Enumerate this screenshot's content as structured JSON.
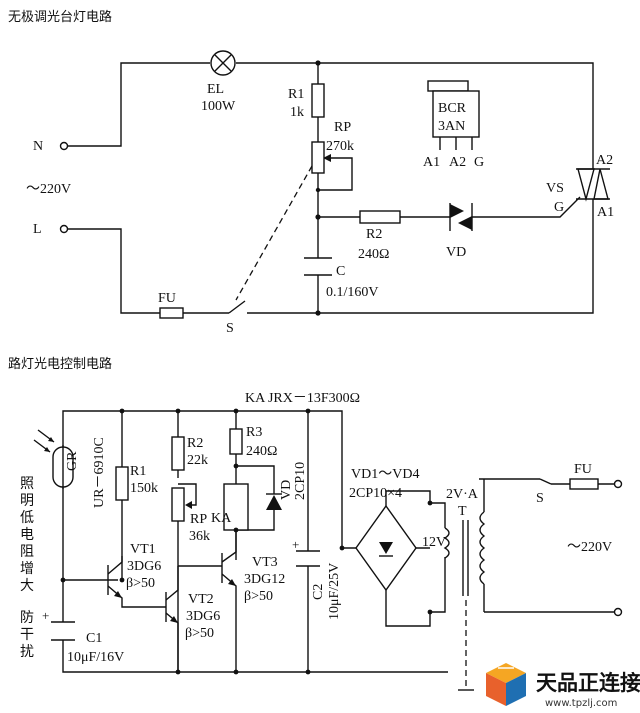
{
  "circuit1": {
    "title": "无极调光台灯电路",
    "N": "N",
    "L": "L",
    "voltage": "～220V",
    "EL": "EL",
    "EL_val": "100W",
    "R1": "R1",
    "R1_val": "1k",
    "RP": "RP",
    "RP_val": "270k",
    "R2": "R2",
    "R2_val": "240Ω",
    "C": "C",
    "C_val": "0.1/160V",
    "VD": "VD",
    "FU": "FU",
    "S": "S",
    "bcr_line1": "BCR",
    "bcr_line2": "3AN",
    "pin_A1": "A1",
    "pin_A2": "A2",
    "pin_G": "G",
    "VS": "VS",
    "VS_A2": "A2",
    "VS_G": "G",
    "VS_A1": "A1"
  },
  "circuit2": {
    "title": "路灯光电控制电路",
    "KA_relay": "KA JRX－13F300Ω",
    "GR": "GR",
    "GR_model": "UR－6910C",
    "note_light": [
      "照",
      "明",
      "低",
      "电",
      "阻",
      "增",
      "大"
    ],
    "note_anti": [
      "防",
      "干",
      "扰"
    ],
    "R1": "R1",
    "R1_val": "150k",
    "R2": "R2",
    "R2_val": "22k",
    "R3": "R3",
    "R3_val": "240Ω",
    "RP": "RP",
    "RP_val": "36k",
    "KA": "KA",
    "VD": "VD",
    "VD_model": "2CP10",
    "VT1": "VT1",
    "VT1_type": "3DG6",
    "VT1_beta": "β>50",
    "VT2": "VT2",
    "VT2_type": "3DG6",
    "VT2_beta": "β>50",
    "VT3": "VT3",
    "VT3_type": "3DG12",
    "VT3_beta": "β>50",
    "C1": "C1",
    "C1_val": "10μF/16V",
    "C2": "C2",
    "C2_val": "10μF/25V",
    "bridge": "VD1～VD4",
    "bridge_val": "2CP10×4",
    "v12": "12V",
    "T_rating": "2V·A",
    "T": "T",
    "S": "S",
    "FU": "FU",
    "voltage": "～220V"
  },
  "watermark": {
    "name": "天品正连接",
    "url": "www.tpzlj.com"
  }
}
